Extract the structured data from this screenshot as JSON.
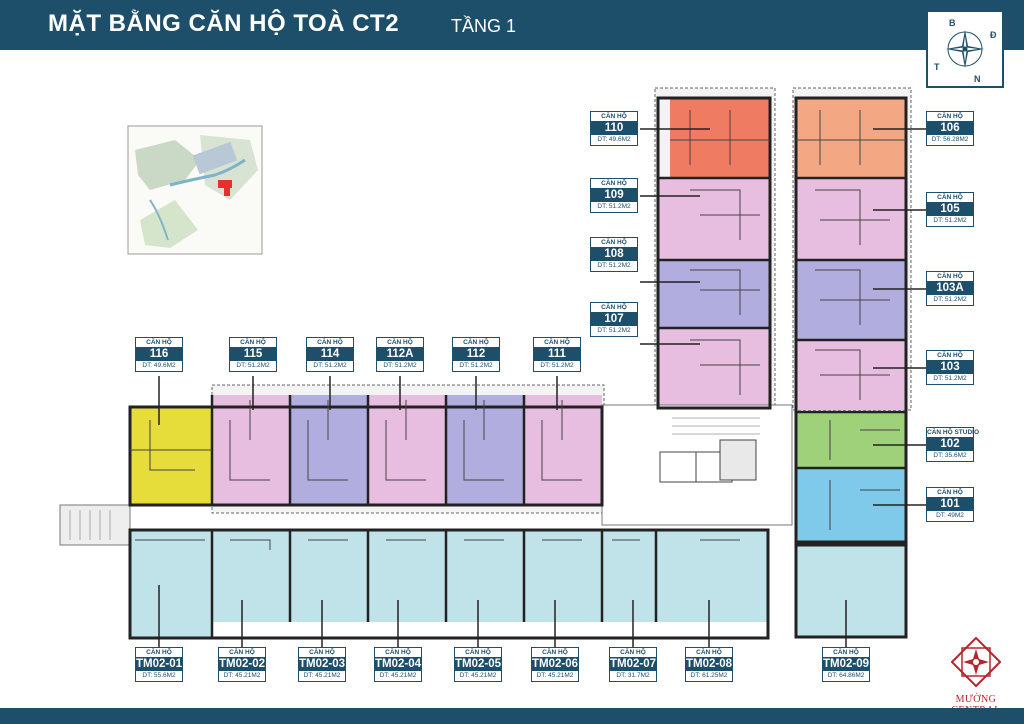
{
  "header": {
    "title": "MẶT BẰNG CĂN HỘ TOÀ CT2",
    "floor": "TẦNG 1"
  },
  "compass": {
    "b": "B",
    "n": "N",
    "t": "T",
    "d": "Đ"
  },
  "colors": {
    "brand": "#1d4f6a",
    "accent": "#b3262c"
  },
  "units": [
    {
      "kind": "CĂN HỘ",
      "code": "110",
      "area": "DT: 49.6M2",
      "color": "#ee7b62"
    },
    {
      "kind": "CĂN HỘ",
      "code": "109",
      "area": "DT: 51.2M2",
      "color": "#e7bde0"
    },
    {
      "kind": "CĂN HỘ",
      "code": "108",
      "area": "DT: 51.2M2",
      "color": "#b1addf"
    },
    {
      "kind": "CĂN HỘ",
      "code": "107",
      "area": "DT: 51.2M2",
      "color": "#e7bde0"
    },
    {
      "kind": "CĂN HỘ",
      "code": "106",
      "area": "DT: 56.28M2",
      "color": "#f3a783"
    },
    {
      "kind": "CĂN HỘ",
      "code": "105",
      "area": "DT: 51.2M2",
      "color": "#e7bde0"
    },
    {
      "kind": "CĂN HỘ",
      "code": "103A",
      "area": "DT: 51.2M2",
      "color": "#b1addf"
    },
    {
      "kind": "CĂN HỘ",
      "code": "103",
      "area": "DT: 51.2M2",
      "color": "#e7bde0"
    },
    {
      "kind": "CĂN HỘ STUDIO",
      "code": "102",
      "area": "DT: 35.6M2",
      "color": "#9fd07a"
    },
    {
      "kind": "CĂN HỘ",
      "code": "101",
      "area": "DT: 49M2",
      "color": "#7fc9ea"
    },
    {
      "kind": "CĂN HỘ",
      "code": "116",
      "area": "DT: 49.6M2",
      "color": "#e6dc3a"
    },
    {
      "kind": "CĂN HỘ",
      "code": "115",
      "area": "DT: 51.2M2",
      "color": "#e7bde0"
    },
    {
      "kind": "CĂN HỘ",
      "code": "114",
      "area": "DT: 51.2M2",
      "color": "#b1addf"
    },
    {
      "kind": "CĂN HỘ",
      "code": "112A",
      "area": "DT: 51.2M2",
      "color": "#e7bde0"
    },
    {
      "kind": "CĂN HỘ",
      "code": "112",
      "area": "DT: 51.2M2",
      "color": "#b1addf"
    },
    {
      "kind": "CĂN HỘ",
      "code": "111",
      "area": "DT: 51.2M2",
      "color": "#e7bde0"
    },
    {
      "kind": "CĂN HỘ",
      "code": "TM02-01",
      "area": "DT: 55.6M2",
      "color": "#bfe3e8"
    },
    {
      "kind": "CĂN HỘ",
      "code": "TM02-02",
      "area": "DT: 45.21M2",
      "color": "#bfe3e8"
    },
    {
      "kind": "CĂN HỘ",
      "code": "TM02-03",
      "area": "DT: 45.21M2",
      "color": "#bfe3e8"
    },
    {
      "kind": "CĂN HỘ",
      "code": "TM02-04",
      "area": "DT: 45.21M2",
      "color": "#bfe3e8"
    },
    {
      "kind": "CĂN HỘ",
      "code": "TM02-05",
      "area": "DT: 45.21M2",
      "color": "#bfe3e8"
    },
    {
      "kind": "CĂN HỘ",
      "code": "TM02-06",
      "area": "DT: 45.21M2",
      "color": "#bfe3e8"
    },
    {
      "kind": "CĂN HỘ",
      "code": "TM02-07",
      "area": "DT: 31.7M2",
      "color": "#bfe3e8"
    },
    {
      "kind": "CĂN HỘ",
      "code": "TM02-08",
      "area": "DT: 61.25M2",
      "color": "#bfe3e8"
    },
    {
      "kind": "CĂN HỘ",
      "code": "TM02-09",
      "area": "DT: 64.86M2",
      "color": "#bfe3e8"
    }
  ],
  "logo": {
    "text": "MƯỜNG CENTRAL"
  }
}
